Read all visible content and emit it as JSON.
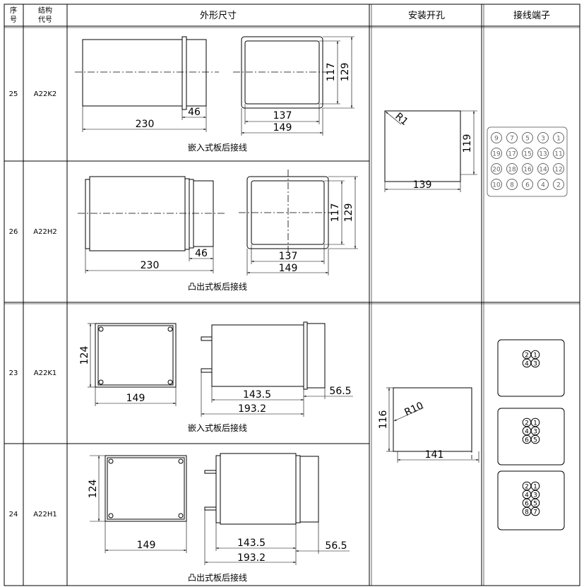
{
  "header": {
    "seq_line1": "序",
    "seq_line2": "号",
    "code_line1": "结构",
    "code_line2": "代号",
    "outline": "外形尺寸",
    "cutout": "安装开孔",
    "terminals": "接线端子"
  },
  "rows": [
    {
      "seq": "25",
      "code": "A22K2",
      "caption": "嵌入式板后接线",
      "dims": {
        "total_length": "230",
        "flange": "46",
        "inner_height": "117",
        "outer_height": "129",
        "inner_width": "137",
        "outer_width": "149"
      }
    },
    {
      "seq": "26",
      "code": "A22H2",
      "caption": "凸出式板后接线",
      "dims": {
        "total_length": "230",
        "flange": "46",
        "inner_height": "117",
        "outer_height": "129",
        "inner_width": "137",
        "outer_width": "149"
      }
    },
    {
      "seq": "23",
      "code": "A22K1",
      "caption": "嵌入式板后接线",
      "dims": {
        "height": "124",
        "width": "149",
        "body_length": "143.5",
        "total_length": "193.2",
        "rear": "56.5"
      }
    },
    {
      "seq": "24",
      "code": "A22H1",
      "caption": "凸出式板后接线",
      "dims": {
        "height": "124",
        "width": "149",
        "body_length": "143.5",
        "total_length": "193.2",
        "rear": "56.5"
      }
    }
  ],
  "cutouts": [
    {
      "radius": "R1",
      "height": "119",
      "width": "139"
    },
    {
      "radius": "R10",
      "height": "116",
      "width": "141"
    }
  ],
  "terminal_blocks": {
    "large": [
      [
        "9",
        "7",
        "5",
        "3",
        "1"
      ],
      [
        "19",
        "17",
        "15",
        "13",
        "11"
      ],
      [
        "20",
        "18",
        "16",
        "14",
        "12"
      ],
      [
        "10",
        "8",
        "6",
        "4",
        "2"
      ]
    ],
    "small_a": [
      [
        "2",
        "1"
      ],
      [
        "4",
        "3"
      ]
    ],
    "small_b": [
      [
        "2",
        "1"
      ],
      [
        "4",
        "3"
      ],
      [
        "6",
        "5"
      ]
    ],
    "small_c": [
      [
        "2",
        "1"
      ],
      [
        "4",
        "3"
      ],
      [
        "6",
        "5"
      ],
      [
        "8",
        "7"
      ]
    ]
  }
}
